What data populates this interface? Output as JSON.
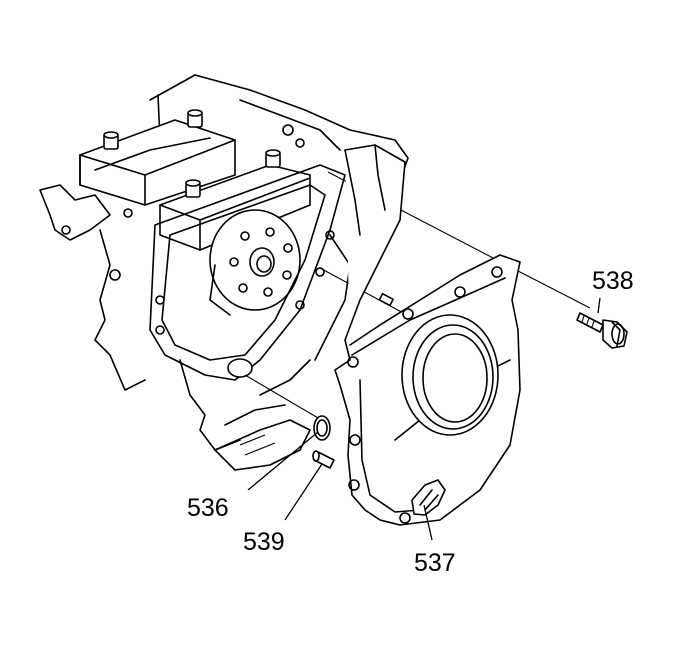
{
  "callouts": {
    "c538": "538",
    "c536": "536",
    "c539": "539",
    "c537": "537"
  },
  "colors": {
    "line": "#000000",
    "background": "#ffffff"
  }
}
